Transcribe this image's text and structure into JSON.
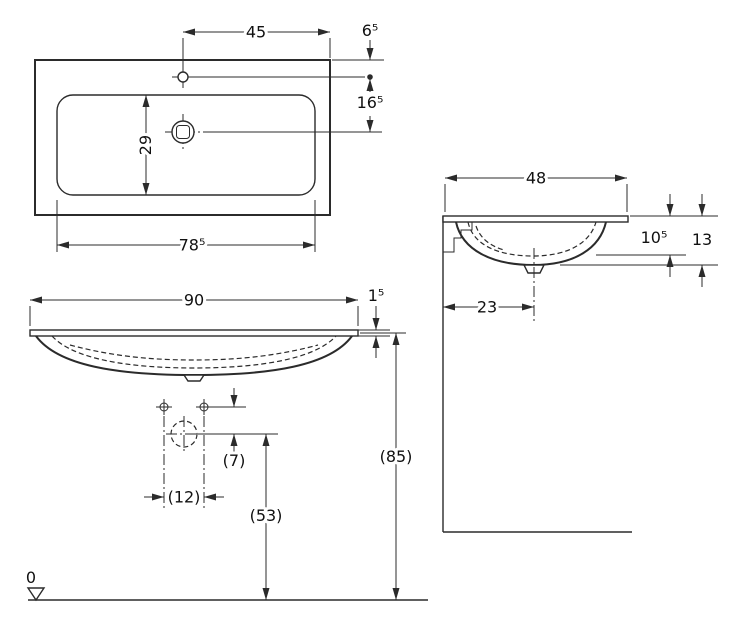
{
  "views": {
    "plan": {
      "tap_to_edge": "45",
      "rear_to_tap": "6⁵",
      "tap_to_drain": "16⁵",
      "bowl_depth": "29",
      "bowl_width": "78⁵"
    },
    "front": {
      "total_width": "90",
      "rim_thickness": "1⁵",
      "holes_to_trap": "(7)",
      "hole_spacing": "(12)",
      "trap_height": "(53)",
      "top_height": "(85)",
      "datum": "0"
    },
    "side": {
      "total_depth": "48",
      "wall_to_drain": "23",
      "rim_to_overflow": "10⁵",
      "rim_to_bowl_bottom": "13"
    }
  },
  "colors": {
    "line": "#2b2b2b",
    "text": "#111111",
    "background": "#ffffff"
  }
}
